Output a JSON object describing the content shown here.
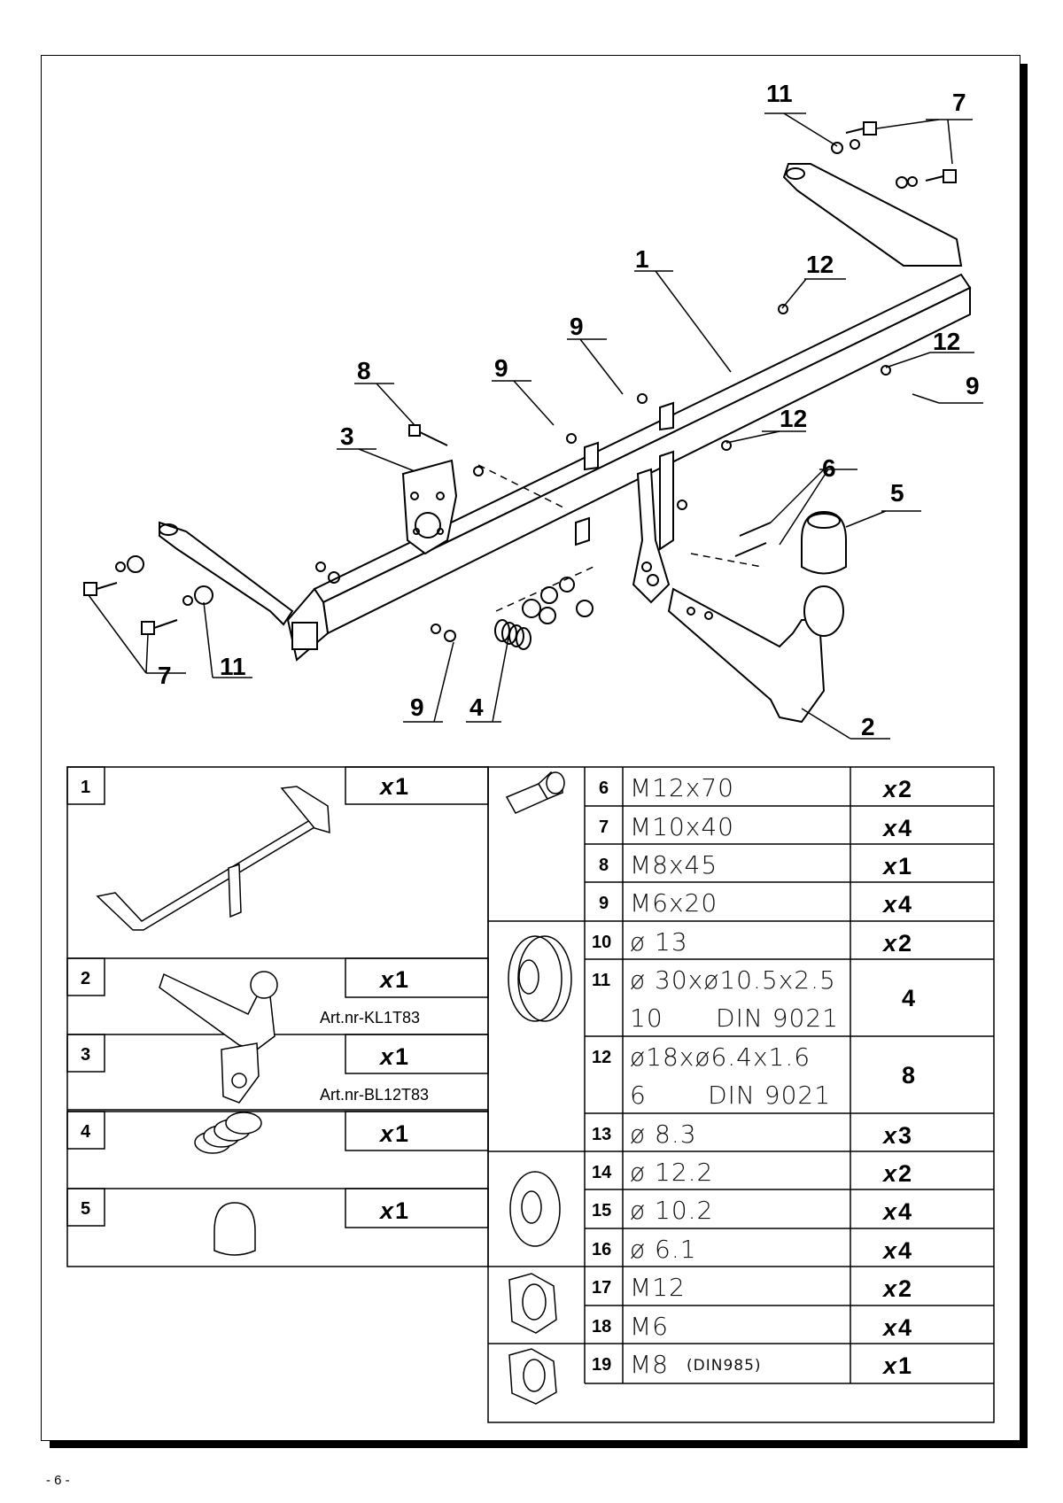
{
  "page_number": "- 6 -",
  "callouts": [
    "11",
    "7",
    "1",
    "12",
    "9",
    "12",
    "8",
    "9",
    "3",
    "9",
    "12",
    "6",
    "5",
    "7",
    "11",
    "9",
    "4",
    "2"
  ],
  "parts_left": [
    {
      "num": "1",
      "qty_x": "x",
      "qty_n": "1",
      "art": ""
    },
    {
      "num": "2",
      "qty_x": "x",
      "qty_n": "1",
      "art": "Art.nr-KL1T83"
    },
    {
      "num": "3",
      "qty_x": "x",
      "qty_n": "1",
      "art": "Art.nr-BL12T83"
    },
    {
      "num": "4",
      "qty_x": "x",
      "qty_n": "1",
      "art": ""
    },
    {
      "num": "5",
      "qty_x": "x",
      "qty_n": "1",
      "art": ""
    }
  ],
  "parts_right": [
    {
      "num": "6",
      "spec": "M12x70",
      "spec2": "",
      "qty_x": "x",
      "qty_n": "2"
    },
    {
      "num": "7",
      "spec": "M10x40",
      "spec2": "",
      "qty_x": "x",
      "qty_n": "4"
    },
    {
      "num": "8",
      "spec": "M8x45",
      "spec2": "",
      "qty_x": "x",
      "qty_n": "1"
    },
    {
      "num": "9",
      "spec": "M6x20",
      "spec2": "",
      "qty_x": "x",
      "qty_n": "4"
    },
    {
      "num": "10",
      "spec": "ø 13",
      "spec2": "",
      "qty_x": "x",
      "qty_n": "2"
    },
    {
      "num": "11",
      "spec": "ø 30xø10.5x2.5",
      "spec2": "10      DIN 9021",
      "qty_x": "",
      "qty_n": "4"
    },
    {
      "num": "12",
      "spec": "ø18xø6.4x1.6",
      "spec2": "6       DIN 9021",
      "qty_x": "",
      "qty_n": "8"
    },
    {
      "num": "13",
      "spec": "ø 8.3",
      "spec2": "",
      "qty_x": "x",
      "qty_n": "3"
    },
    {
      "num": "14",
      "spec": "ø 12.2",
      "spec2": "",
      "qty_x": "x",
      "qty_n": "2"
    },
    {
      "num": "15",
      "spec": "ø 10.2",
      "spec2": "",
      "qty_x": "x",
      "qty_n": "4"
    },
    {
      "num": "16",
      "spec": "ø 6.1",
      "spec2": "",
      "qty_x": "x",
      "qty_n": "4"
    },
    {
      "num": "17",
      "spec": "M12",
      "spec2": "",
      "qty_x": "x",
      "qty_n": "2"
    },
    {
      "num": "18",
      "spec": "M6",
      "spec2": "",
      "qty_x": "x",
      "qty_n": "4"
    },
    {
      "num": "19",
      "spec": "M8",
      "spec_suffix": "(DIN985)",
      "spec2": "",
      "qty_x": "x",
      "qty_n": "1"
    }
  ]
}
